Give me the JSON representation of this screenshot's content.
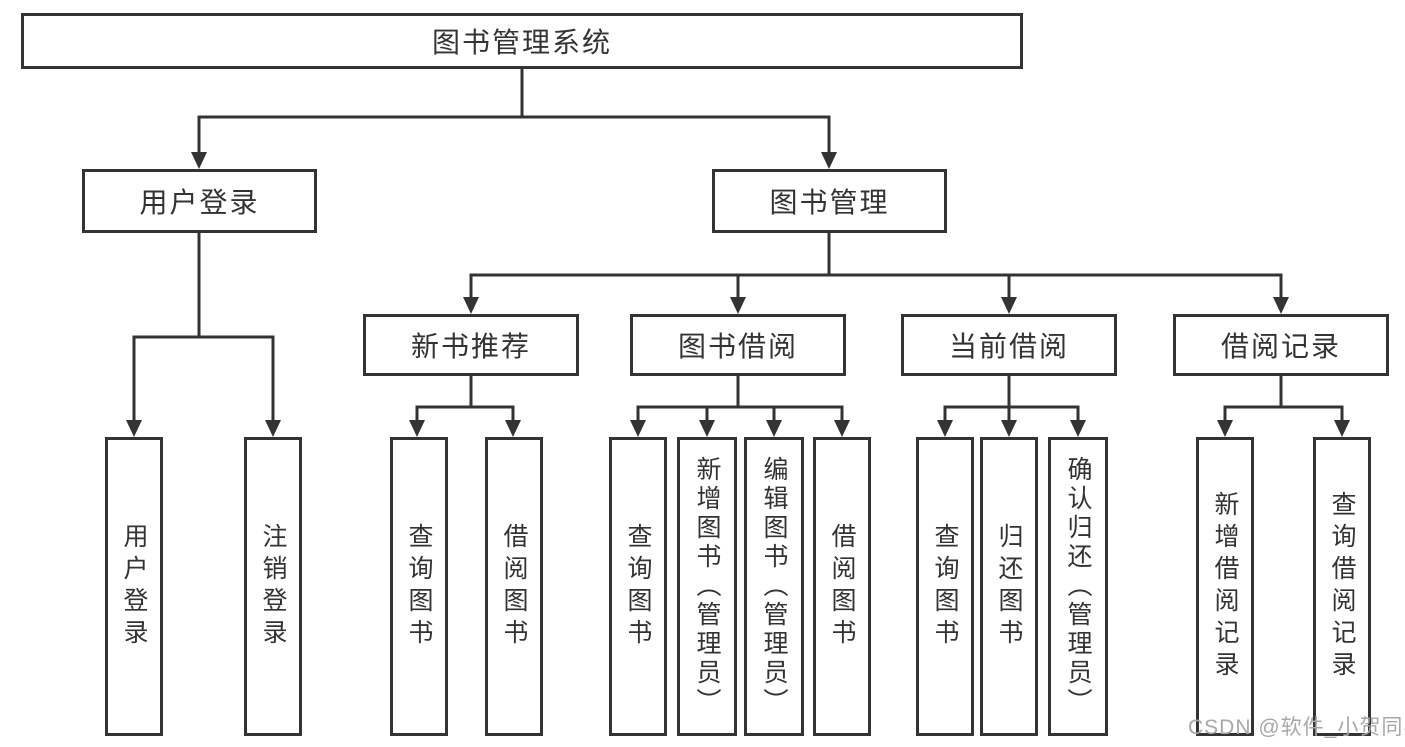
{
  "tree": {
    "label": "图书管理系统",
    "children": [
      {
        "label": "用户登录",
        "children": [
          {
            "label": "用户登录"
          },
          {
            "label": "注销登录"
          }
        ]
      },
      {
        "label": "图书管理",
        "children": [
          {
            "label": "新书推荐",
            "children": [
              {
                "label": "查询图书"
              },
              {
                "label": "借阅图书"
              }
            ]
          },
          {
            "label": "图书借阅",
            "children": [
              {
                "label": "查询图书"
              },
              {
                "label": "新增图书（管理员）"
              },
              {
                "label": "编辑图书（管理员）"
              },
              {
                "label": "借阅图书"
              }
            ]
          },
          {
            "label": "当前借阅",
            "children": [
              {
                "label": "查询图书"
              },
              {
                "label": "归还图书"
              },
              {
                "label": "确认归还（管理员）"
              }
            ]
          },
          {
            "label": "借阅记录",
            "children": [
              {
                "label": "新增借阅记录"
              },
              {
                "label": "查询借阅记录"
              }
            ]
          }
        ]
      }
    ]
  },
  "watermark": "CSDN @软件_小贺同学",
  "colors": {
    "line": "#333333",
    "text": "#333333",
    "background": "#ffffff",
    "watermark": "#a8a8a8"
  }
}
